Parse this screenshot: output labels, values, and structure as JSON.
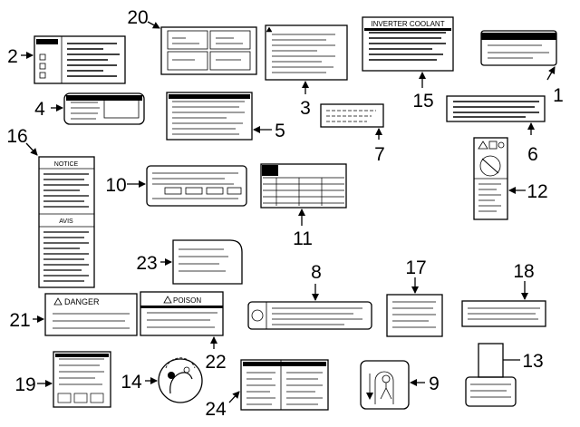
{
  "callouts": [
    {
      "id": "1",
      "text": "1"
    },
    {
      "id": "2",
      "text": "2"
    },
    {
      "id": "3",
      "text": "3"
    },
    {
      "id": "4",
      "text": "4"
    },
    {
      "id": "5",
      "text": "5"
    },
    {
      "id": "6",
      "text": "6"
    },
    {
      "id": "7",
      "text": "7"
    },
    {
      "id": "8",
      "text": "8"
    },
    {
      "id": "9",
      "text": "9"
    },
    {
      "id": "10",
      "text": "10"
    },
    {
      "id": "11",
      "text": "11"
    },
    {
      "id": "12",
      "text": "12"
    },
    {
      "id": "13",
      "text": "13"
    },
    {
      "id": "14",
      "text": "14"
    },
    {
      "id": "15",
      "text": "15"
    },
    {
      "id": "16",
      "text": "16"
    },
    {
      "id": "17",
      "text": "17"
    },
    {
      "id": "18",
      "text": "18"
    },
    {
      "id": "19",
      "text": "19"
    },
    {
      "id": "20",
      "text": "20"
    },
    {
      "id": "21",
      "text": "21"
    },
    {
      "id": "22",
      "text": "22"
    },
    {
      "id": "23",
      "text": "23"
    },
    {
      "id": "24",
      "text": "24"
    }
  ],
  "label_text": {
    "inverter_coolant": "INVERTER COOLANT",
    "notice": "NOTICE",
    "avis": "AVIS",
    "danger": "DANGER",
    "poison": "POISON"
  }
}
